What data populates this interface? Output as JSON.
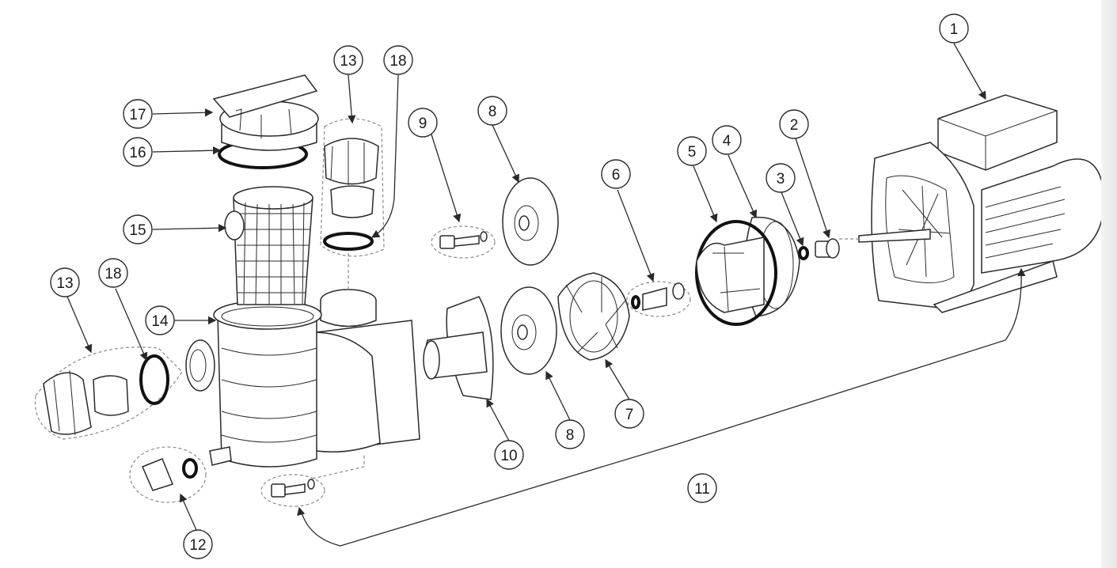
{
  "callouts": [
    {
      "label": "1"
    },
    {
      "label": "2"
    },
    {
      "label": "3"
    },
    {
      "label": "4"
    },
    {
      "label": "5"
    },
    {
      "label": "6"
    },
    {
      "label": "7"
    },
    {
      "label": "8"
    },
    {
      "label": "8"
    },
    {
      "label": "9"
    },
    {
      "label": "10"
    },
    {
      "label": "11"
    },
    {
      "label": "12"
    },
    {
      "label": "13"
    },
    {
      "label": "13"
    },
    {
      "label": "14"
    },
    {
      "label": "15"
    },
    {
      "label": "16"
    },
    {
      "label": "17"
    },
    {
      "label": "18"
    },
    {
      "label": "18"
    }
  ]
}
